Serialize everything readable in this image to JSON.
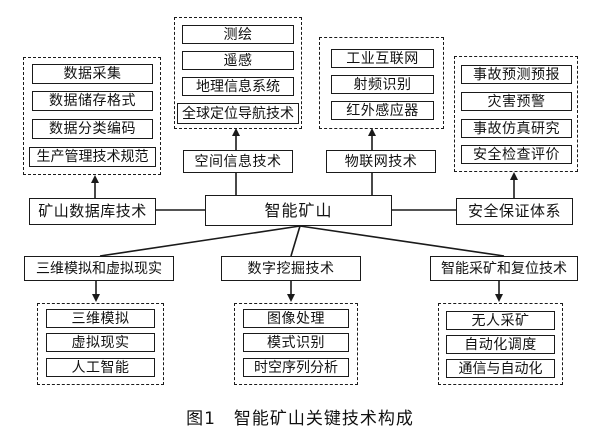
{
  "center": "智能矿山",
  "branches": {
    "database": {
      "label": "矿山数据库技术",
      "items": [
        "数据采集",
        "数据储存格式",
        "数据分类编码",
        "生产管理技术规范"
      ]
    },
    "spatial": {
      "label": "空间信息技术",
      "items": [
        "测绘",
        "遥感",
        "地理信息系统",
        "全球定位导航技术"
      ]
    },
    "iot": {
      "label": "物联网技术",
      "items": [
        "工业互联网",
        "射频识别",
        "红外感应器"
      ]
    },
    "safety": {
      "label": "安全保证体系",
      "items": [
        "事故预测预报",
        "灾害预警",
        "事故仿真研究",
        "安全检查评价"
      ]
    },
    "virtual": {
      "label": "三维模拟和虚拟现实",
      "items": [
        "三维模拟",
        "虚拟现实",
        "人工智能"
      ]
    },
    "digital": {
      "label": "数字挖掘技术",
      "items": [
        "图像处理",
        "模式识别",
        "时空序列分析"
      ]
    },
    "mining": {
      "label": "智能采矿和复位技术",
      "items": [
        "无人采矿",
        "自动化调度",
        "通信与自动化"
      ]
    }
  },
  "caption": "图1　智能矿山关键技术构成"
}
